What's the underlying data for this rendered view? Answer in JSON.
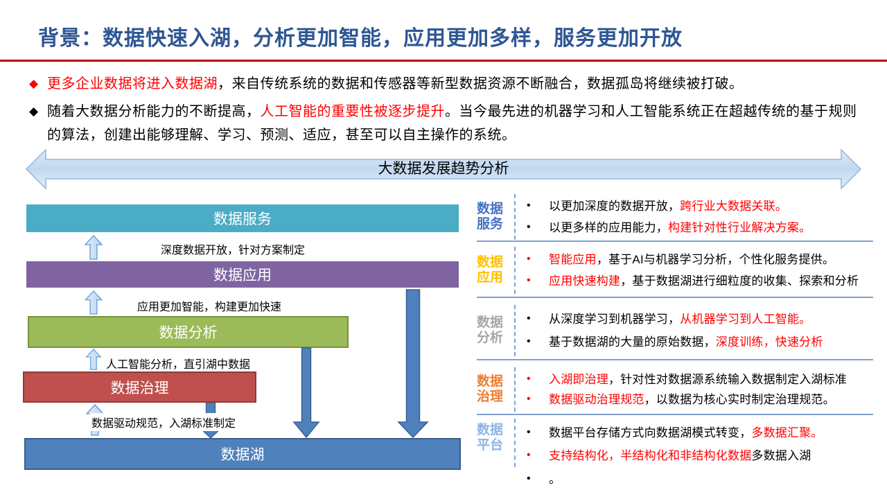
{
  "slide": {
    "title": "背景：数据快速入湖，分析更加智能，应用更加多样，服务更加开放",
    "title_color": "#2E5693",
    "rule_color": "#C00000",
    "accent_red": "#FF0000"
  },
  "bullets": [
    {
      "marker": "◆",
      "marker_color": "#FF0000",
      "runs": [
        {
          "text": "更多企业数据将进入数据湖",
          "color": "#FF0000"
        },
        {
          "text": "，来自传统系统的数据和传感器等新型数据资源不断融合，数据孤岛将继续被打破。",
          "color": "#000000"
        }
      ]
    },
    {
      "marker": "◆",
      "marker_color": "#000000",
      "runs": [
        {
          "text": "随着大数据分析能力的不断提高，",
          "color": "#000000"
        },
        {
          "text": "人工智能的重要性被逐步提升",
          "color": "#FF0000"
        },
        {
          "text": "。当今最先进的机器学习和人工智能系统正在超越传统的基于规则的算法，创建出能够理解、学习、预测、适应，甚至可以自主操作的系统。",
          "color": "#000000"
        }
      ]
    }
  ],
  "banner": {
    "label": "大数据发展趋势分析",
    "fill_light": "#DCE9F7",
    "fill_mid": "#C2D8F0",
    "border": "#93B5DC"
  },
  "stack": {
    "layers": [
      {
        "label": "数据服务",
        "fill": "#4BACC6"
      },
      {
        "label": "数据应用",
        "fill": "#8064A2"
      },
      {
        "label": "数据分析",
        "fill": "#9BBB59",
        "border": "#77933C"
      },
      {
        "label": "数据治理",
        "fill": "#C0504D",
        "border": "#8E3A38"
      },
      {
        "label": "数据湖",
        "fill": "#4F81BD",
        "border": "#385D8A"
      }
    ],
    "gap_labels": [
      "深度数据开放，针对方案制定",
      "应用更加智能，构建更加快速",
      "人工智能分析，直引湖中数据",
      "数据驱动规范，入湖标准制定"
    ],
    "down_arrow_color": "#4F81BD",
    "up_arrow_fill": "#CBDEF5",
    "up_arrow_border": "#5B9BD5"
  },
  "bullet_glyph": "•",
  "sections": [
    {
      "label_line1": "数据",
      "label_line2": "服务",
      "label_color": "#4472C4",
      "items": [
        {
          "bullet_color": "#000000",
          "runs": [
            {
              "text": "以更加深度的数据开放，",
              "color": "#000000"
            },
            {
              "text": "跨行业大数据关联。",
              "color": "#FF0000"
            }
          ]
        },
        {
          "bullet_color": "#000000",
          "runs": [
            {
              "text": "以更多样的应用能力，",
              "color": "#000000"
            },
            {
              "text": "构建针对性行业解决方案。",
              "color": "#FF0000"
            }
          ]
        }
      ]
    },
    {
      "label_line1": "数据",
      "label_line2": "应用",
      "label_color": "#FFC000",
      "items": [
        {
          "bullet_color": "#FF0000",
          "runs": [
            {
              "text": "智能应用",
              "color": "#FF0000"
            },
            {
              "text": "，基于AI与机器学习分析，个性化服务提供。",
              "color": "#000000"
            }
          ]
        },
        {
          "bullet_color": "#FF0000",
          "runs": [
            {
              "text": "应用快速构建",
              "color": "#FF0000"
            },
            {
              "text": "，基于数据湖进行细粒度的收集、探索和分析",
              "color": "#000000"
            }
          ]
        }
      ]
    },
    {
      "label_line1": "数据",
      "label_line2": "分析",
      "label_color": "#A6A6A6",
      "items": [
        {
          "bullet_color": "#000000",
          "runs": [
            {
              "text": "从深度学习到机器学习，",
              "color": "#000000"
            },
            {
              "text": "从机器学习到人工智能。",
              "color": "#FF0000"
            }
          ]
        },
        {
          "bullet_color": "#000000",
          "runs": [
            {
              "text": "基于数据湖的大量的原始数据，",
              "color": "#000000"
            },
            {
              "text": "深度训练，快速分析",
              "color": "#FF0000"
            }
          ]
        }
      ]
    },
    {
      "label_line1": "数据",
      "label_line2": "治理",
      "label_color": "#ED7D31",
      "items": [
        {
          "bullet_color": "#FF0000",
          "runs": [
            {
              "text": "入湖即治理",
              "color": "#FF0000"
            },
            {
              "text": "，针对性对数据源系统输入数据制定入湖标准",
              "color": "#000000"
            }
          ]
        },
        {
          "bullet_color": "#FF0000",
          "runs": [
            {
              "text": "数据驱动治理规范",
              "color": "#FF0000"
            },
            {
              "text": "，以数据为核心实时制定治理规范。",
              "color": "#000000"
            }
          ]
        }
      ]
    },
    {
      "label_line1": "数据",
      "label_line2": "平台",
      "label_color": "#8EB4E3",
      "items": [
        {
          "bullet_color": "#000000",
          "runs": [
            {
              "text": "数据平台存储方式向数据湖模式转变，",
              "color": "#000000"
            },
            {
              "text": "多数据汇聚。",
              "color": "#FF0000"
            }
          ]
        },
        {
          "bullet_color": "#FF0000",
          "runs": [
            {
              "text": "支持结构化，半结构化和非结构化数据",
              "color": "#FF0000"
            },
            {
              "text": "多数据入湖",
              "color": "#000000"
            }
          ]
        },
        {
          "bullet_color": "#000000",
          "runs": [
            {
              "text": "。",
              "color": "#000000"
            }
          ]
        }
      ]
    }
  ]
}
